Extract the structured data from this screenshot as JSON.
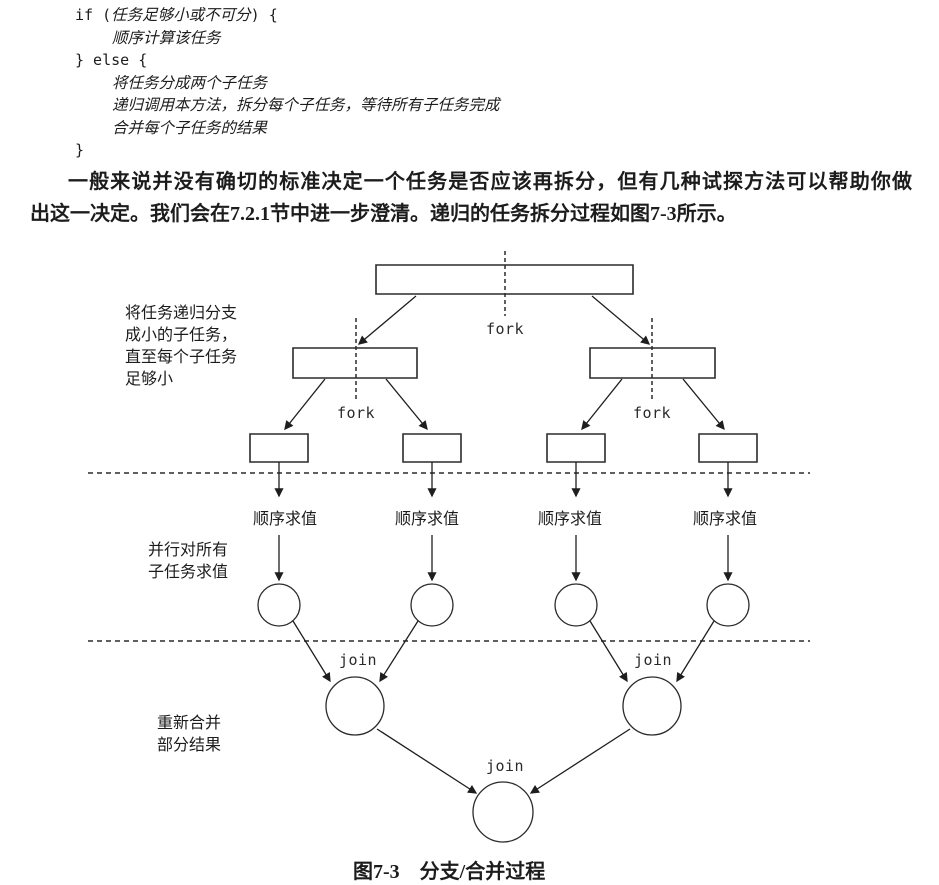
{
  "page": {
    "background": "#ffffff",
    "ink_color": "#1c1c1c",
    "line_color": "#2b2b2b"
  },
  "code": {
    "l1_pre": "if (",
    "l1_cjk": "任务足够小或不可分",
    "l1_post": ") {",
    "l2": "顺序计算该任务",
    "l3": "} else {",
    "l4": "将任务分成两个子任务",
    "l5": "递归调用本方法，拆分每个子任务，等待所有子任务完成",
    "l6": "合并每个子任务的结果",
    "l7": "}"
  },
  "paragraph": {
    "line1": "一般来说并没有确切的标准决定一个任务是否应该再拆分，但有几种试探方法可以帮助你做",
    "line2": "出这一决定。我们会在7.2.1节中进一步澄清。递归的任务拆分过程如图7-3所示。"
  },
  "diagram": {
    "side_labels": {
      "branch": "将任务递归分支\n成小的子任务，\n直至每个子任务\n足够小",
      "parallel": "并行对所有\n子任务求值",
      "merge": "重新合并\n部分结果"
    },
    "fork_label": "fork",
    "join_label": "join",
    "eval_label": "顺序求值",
    "caption": "图7-3　分支/合并过程"
  }
}
